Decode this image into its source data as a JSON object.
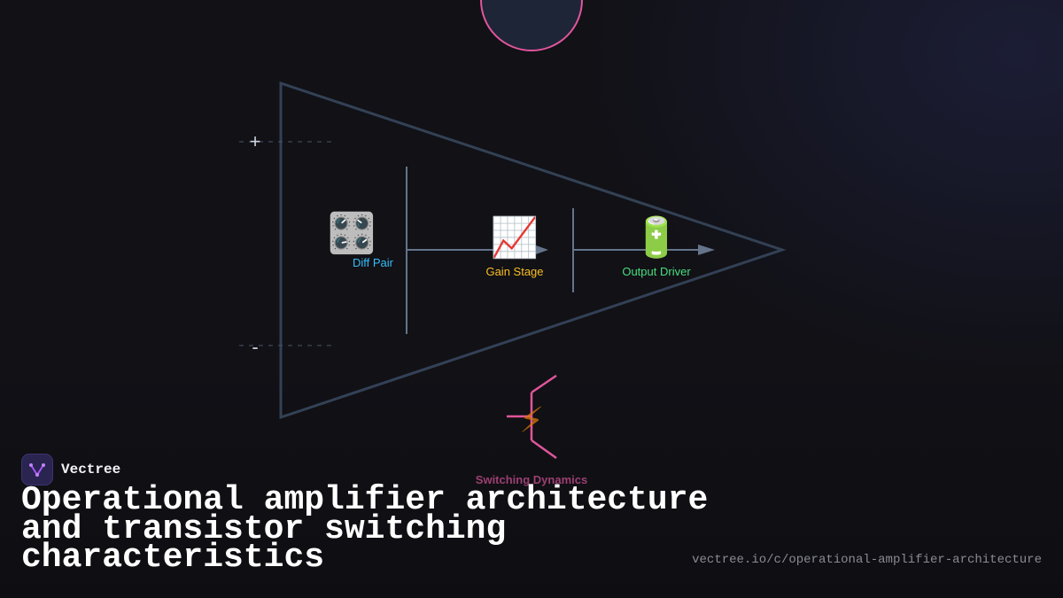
{
  "diagram": {
    "input_plus": "+",
    "input_minus": "-",
    "nodes": [
      {
        "label": "Diff Pair",
        "icon": "🎛️",
        "icon_name": "control-knobs-icon",
        "color": "#38bdf8"
      },
      {
        "label": "Gain Stage",
        "icon": "📈",
        "icon_name": "chart-increasing-icon",
        "color": "#fbbf24"
      },
      {
        "label": "Output Driver",
        "icon": "🔋",
        "icon_name": "battery-icon",
        "color": "#4ade80"
      }
    ],
    "switching": {
      "label": "Switching Dynamics",
      "icon": "⚡",
      "icon_name": "lightning-icon",
      "color": "#9d3f72"
    },
    "colors": {
      "triangle": "#334155",
      "wire": "#64748b",
      "transistor": "#e0559b",
      "top_circle_fill": "#1e2537",
      "top_circle_stroke": "#e0559b"
    }
  },
  "brand": {
    "name": "Vectree",
    "logo_icon": "vectree-logo-icon",
    "accent": "#a855f7"
  },
  "title": "Operational amplifier architecture and transistor switching characteristics",
  "url": "vectree.io/c/operational-amplifier-architecture"
}
